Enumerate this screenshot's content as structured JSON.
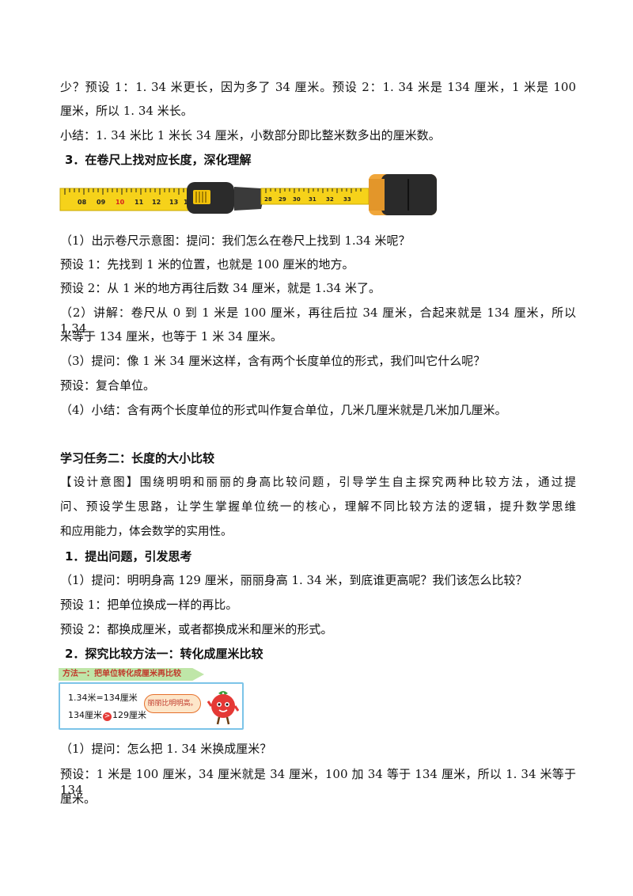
{
  "lines": {
    "l1": "少？预设 1：1. 34  米更长，因为多了  34  厘米。预设 2：1. 34  米是  134  厘米，1  米是  100",
    "l2": "厘米，所以 1. 34  米长。",
    "l3": "小结：1. 34  米比  1  米长  34  厘米，小数部分即比整米数多出的厘米数。",
    "h3": "3．在卷尺上找对应长度，深化理解",
    "l4": "（1）出示卷尺示意图：提问：我们怎么在卷尺上找到 1.34 米呢？",
    "l5": "预设 1：先找到 1 米的位置，也就是 100 厘米的地方。",
    "l6": "预设 2：从 1 米的地方再往后数 34 厘米，就是 1.34 米了。",
    "l7": "（2）讲解：卷尺从 0 到 1 米是 100 厘米，再往后拉 34 厘米，合起来就是 134 厘米，所以 1.34",
    "l8": "米等于 134 厘米，也等于 1 米 34 厘米。",
    "l9": "（3）提问：像 1 米 34 厘米这样，含有两个长度单位的形式，我们叫它什么呢？",
    "l10": "预设：复合单位。",
    "l11": "（4）小结：含有两个长度单位的形式叫作复合单位，几米几厘米就是几米加几厘米。",
    "task2": "学习任务二：长度的大小比较",
    "d1": "【设计意图】围绕明明和丽丽的身高比较问题，引导学生自主探究两种比较方法，通过提",
    "d2": "问、预设学生思路，让学生掌握单位统一的核心，理解不同比较方法的逻辑，提升数学思维",
    "d3": "和应用能力，体会数学的实用性。",
    "h1": "1．提出问题，引发思考",
    "q1": "（1）提问：明明身高 129 厘米，丽丽身高 1. 34 米，到底谁更高呢？我们该怎么比较？",
    "q2": "预设 1：把单位换成一样的再比。",
    "q3": "预设 2：都换成厘米，或者都换成米和厘米的形式。",
    "h2": "2．探究比较方法一：转化成厘米比较",
    "q4": "（1）提问：怎么把 1. 34 米换成厘米？",
    "q5": "预设：1 米是 100 厘米，34 厘米就是 34 厘米，100 加 34 等于 134 厘米，所以 1. 34 米等于 134",
    "q6": "厘米。"
  },
  "tape": {
    "left_ticks": [
      "08",
      "09",
      "10",
      "11",
      "12",
      "13",
      "1"
    ],
    "right_ticks": [
      "28",
      "29",
      "30",
      "31",
      "32",
      "33"
    ]
  },
  "method": {
    "banner": "方法一：把单位转化成厘米再比较",
    "eq1": "1.34米=134厘米",
    "eq2": "134厘米",
    "cmp": ">",
    "eq3": "129厘米",
    "bubble": "丽丽比明明高。"
  }
}
